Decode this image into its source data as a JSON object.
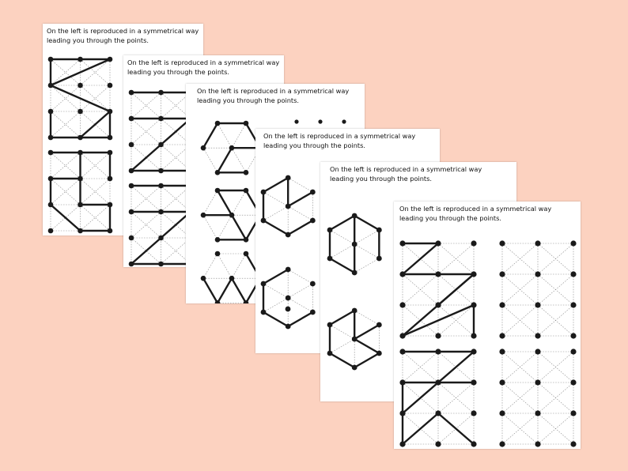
{
  "background_color": "#fcd2c0",
  "instruction_line1": "On the left is reproduced in a symmetrical way",
  "instruction_line2": "leading you through the points.",
  "sheets": [
    {
      "id": "sheet-1",
      "grid": "square"
    },
    {
      "id": "sheet-2",
      "grid": "square"
    },
    {
      "id": "sheet-3",
      "grid": "hex"
    },
    {
      "id": "sheet-4",
      "grid": "hex"
    },
    {
      "id": "sheet-5",
      "grid": "hex"
    },
    {
      "id": "sheet-6",
      "grid": "square"
    }
  ]
}
